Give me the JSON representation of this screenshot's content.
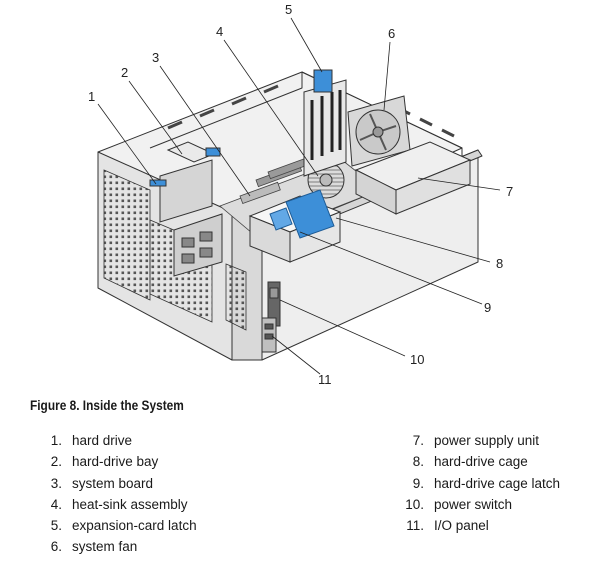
{
  "figure": {
    "caption": "Figure 8. Inside the System",
    "callouts": [
      "1",
      "2",
      "3",
      "4",
      "5",
      "6",
      "7",
      "8",
      "9",
      "10",
      "11"
    ]
  },
  "legend": {
    "left": [
      {
        "num": "1.",
        "label": "hard drive"
      },
      {
        "num": "2.",
        "label": "hard-drive bay"
      },
      {
        "num": "3.",
        "label": "system board"
      },
      {
        "num": "4.",
        "label": "heat-sink assembly"
      },
      {
        "num": "5.",
        "label": "expansion-card latch"
      },
      {
        "num": "6.",
        "label": "system fan"
      }
    ],
    "right": [
      {
        "num": "7.",
        "label": "power supply unit"
      },
      {
        "num": "8.",
        "label": "hard-drive cage"
      },
      {
        "num": "9.",
        "label": "hard-drive cage latch"
      },
      {
        "num": "10.",
        "label": "power switch"
      },
      {
        "num": "11.",
        "label": "I/O panel"
      }
    ]
  },
  "colors": {
    "latch_blue": "#3d8fd8",
    "panel_gray": "#e2e2e2",
    "outline": "#333333"
  }
}
